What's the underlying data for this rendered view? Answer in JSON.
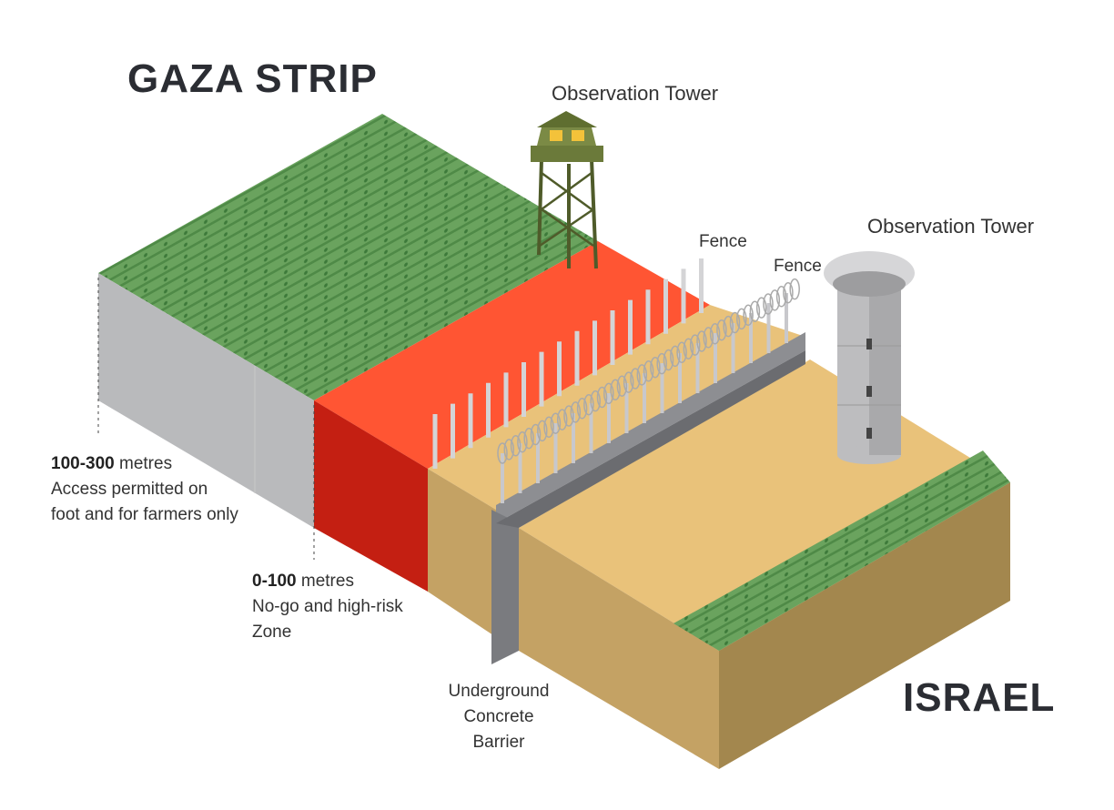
{
  "titles": {
    "gaza": "GAZA STRIP",
    "israel": "ISRAEL"
  },
  "labels": {
    "tower_gaza": "Observation Tower",
    "tower_israel": "Observation Tower",
    "fence1": "Fence",
    "fence2": "Fence",
    "zone_far": {
      "range": "100-300",
      "unit": " metres",
      "line1": "Access permitted on",
      "line2": "foot and for farmers only"
    },
    "zone_near": {
      "range": "0-100",
      "unit": " metres",
      "line1": "No-go and high-risk",
      "line2": "Zone"
    },
    "barrier": {
      "line1": "Underground",
      "line2": "Concrete",
      "line3": "Barrier"
    }
  },
  "colors": {
    "green": "#5f9e55",
    "red_top": "#ff5533",
    "red_side": "#c41f12",
    "sand_top": "#e9c27a",
    "sand_side": "#c4a264",
    "gray": "#b9babc",
    "wall": "#7a7b7f"
  }
}
